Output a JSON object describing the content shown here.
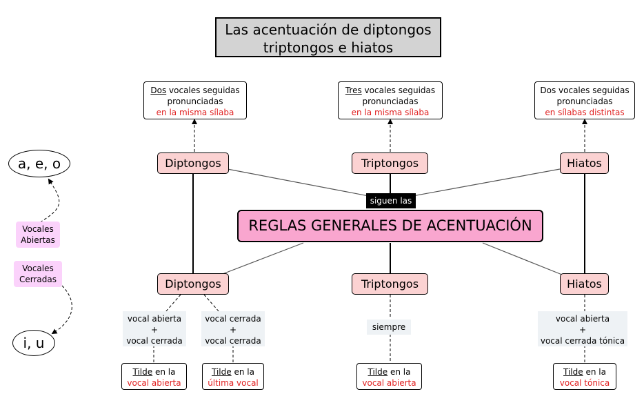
{
  "title": {
    "line1": "Las acentuación de diptongos",
    "line2": "triptongos e hiatos"
  },
  "central": "REGLAS GENERALES DE ACENTUACIÓN",
  "connector": "siguen las",
  "top_nodes": {
    "diptongos": "Diptongos",
    "triptongos": "Triptongos",
    "hiatos": "Hiatos"
  },
  "bottom_nodes": {
    "diptongos": "Diptongos",
    "triptongos": "Triptongos",
    "hiatos": "Hiatos"
  },
  "definitions": {
    "diptongos": {
      "u": "Dos",
      "rest": " vocales seguidas",
      "line2": "pronunciadas",
      "red": "en la misma sílaba"
    },
    "triptongos": {
      "u": "Tres",
      "rest": " vocales seguidas",
      "line2": "pronunciadas",
      "red": "en la misma sílaba"
    },
    "hiatos": {
      "line1": "Dos vocales seguidas",
      "line2": "pronunciadas",
      "red": "en sílabas distintas"
    }
  },
  "links": {
    "dip_left": {
      "l1": "vocal abierta",
      "l2": "+",
      "l3": "vocal cerrada"
    },
    "dip_right": {
      "l1": "vocal cerrada",
      "l2": "+",
      "l3": "vocal cerrada"
    },
    "trip": "siempre",
    "hiatos": {
      "l1": "vocal abierta",
      "l2": "+",
      "l3": "vocal cerrada tónica"
    }
  },
  "rules": {
    "r1": {
      "u": "Tilde",
      "rest": " en la",
      "red": "vocal abierta"
    },
    "r2": {
      "u": "Tilde",
      "rest": " en la",
      "red": "última vocal"
    },
    "r3": {
      "u": "Tilde",
      "rest": " en la",
      "red": "vocal abierta"
    },
    "r4": {
      "u": "Tilde",
      "rest": " en la",
      "red": "vocal tónica"
    }
  },
  "side": {
    "open_vowels": "a, e, o",
    "closed_vowels": "i, u",
    "open_label": {
      "l1": "Vocales",
      "l2": "Abiertas"
    },
    "closed_label": {
      "l1": "Vocales",
      "l2": "Cerradas"
    }
  },
  "colors": {
    "central": "#f9a6cf",
    "node": "#fbd2d2",
    "side_label": "#fbd2fb",
    "red_text": "#e02020",
    "title_bg": "#d3d3d3"
  }
}
